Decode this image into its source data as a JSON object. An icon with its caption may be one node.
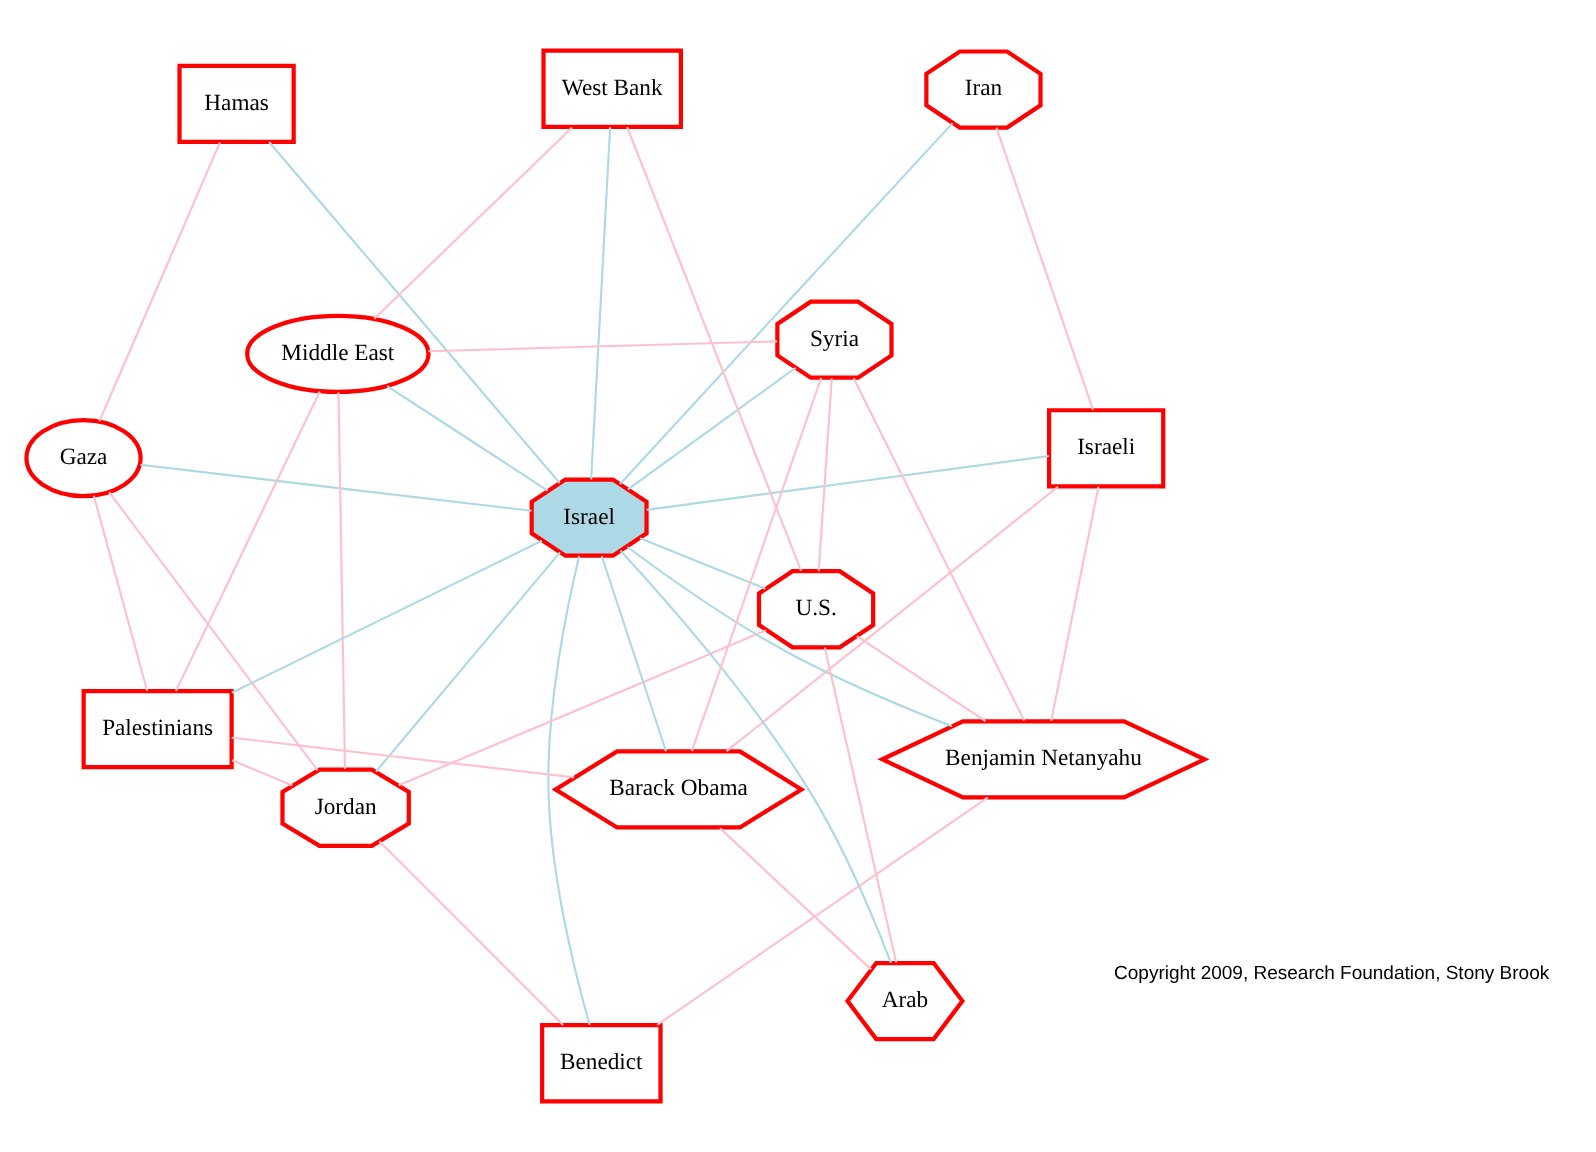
{
  "diagram": {
    "nodes": [
      {
        "text": [
          "Gaza"
        ]
      },
      {
        "text": [
          "Hamas"
        ]
      },
      {
        "text": [
          "Benedict"
        ]
      },
      {
        "text": [
          "Israeli"
        ]
      },
      {
        "text": [
          "Iran"
        ]
      },
      {
        "text": [
          "Jordan"
        ]
      },
      {
        "text": [
          "Israel"
        ]
      },
      {
        "text": [
          "Benjamin Netanyahu"
        ]
      },
      {
        "text": [
          "Palestinians"
        ]
      },
      {
        "text": [
          "U.S."
        ]
      },
      {
        "text": [
          "Barack Obama"
        ]
      },
      {
        "text": [
          "Middle East"
        ]
      },
      {
        "text": [
          "Arab"
        ]
      },
      {
        "text": [
          "West Bank"
        ]
      },
      {
        "text": [
          "Syria"
        ]
      }
    ],
    "edges": [
      {
        "from": 1,
        "to": 6,
        "arrow": "none",
        "color": "#add8e6"
      },
      {
        "from": 0,
        "to": 6,
        "arrow": "none",
        "color": "#add8e6"
      },
      {
        "from": 2,
        "to": 6,
        "arrow": "none",
        "color": "#add8e6"
      },
      {
        "from": 3,
        "to": 6,
        "arrow": "none",
        "color": "#add8e6"
      },
      {
        "from": 4,
        "to": 6,
        "arrow": "none",
        "color": "#add8e6"
      },
      {
        "from": 5,
        "to": 6,
        "arrow": "none",
        "color": "#add8e6"
      },
      {
        "from": 8,
        "to": 6,
        "arrow": "none",
        "color": "#add8e6"
      },
      {
        "from": 6,
        "to": 7,
        "arrow": "none",
        "color": "#add8e6"
      },
      {
        "from": 6,
        "to": 10,
        "arrow": "none",
        "color": "#add8e6"
      },
      {
        "from": 6,
        "to": 9,
        "arrow": "none",
        "color": "#add8e6"
      },
      {
        "from": 6,
        "to": 11,
        "arrow": "none",
        "color": "#add8e6"
      },
      {
        "from": 6,
        "to": 13,
        "arrow": "none",
        "color": "#add8e6"
      },
      {
        "from": 6,
        "to": 14,
        "arrow": "none",
        "color": "#add8e6"
      },
      {
        "from": 6,
        "to": 12,
        "arrow": "none",
        "color": "#add8e6"
      },
      {
        "from": 1,
        "to": 0,
        "arrow": "none"
      },
      {
        "from": 0,
        "to": 5,
        "arrow": "none"
      },
      {
        "from": 0,
        "to": 8,
        "arrow": "none"
      },
      {
        "from": 2,
        "to": 5,
        "arrow": "none"
      },
      {
        "from": 2,
        "to": 7,
        "arrow": "none"
      },
      {
        "from": 3,
        "to": 4,
        "arrow": "none"
      },
      {
        "from": 3,
        "to": 10,
        "arrow": "none"
      },
      {
        "from": 3,
        "to": 7,
        "arrow": "none"
      },
      {
        "from": 5,
        "to": 8,
        "arrow": "none"
      },
      {
        "from": 5,
        "to": 9,
        "arrow": "none"
      },
      {
        "from": 5,
        "to": 11,
        "arrow": "none"
      },
      {
        "from": 8,
        "to": 11,
        "arrow": "none"
      },
      {
        "from": 8,
        "to": 10,
        "arrow": "none"
      },
      {
        "from": 7,
        "to": 9,
        "arrow": "none"
      },
      {
        "from": 7,
        "to": 14,
        "arrow": "none"
      },
      {
        "from": 10,
        "to": 12,
        "arrow": "none"
      },
      {
        "from": 10,
        "to": 14,
        "arrow": "none"
      },
      {
        "from": 9,
        "to": 12,
        "arrow": "none"
      },
      {
        "from": 9,
        "to": 14,
        "arrow": "none"
      },
      {
        "from": 9,
        "to": 13,
        "arrow": "none"
      },
      {
        "from": 11,
        "to": 13,
        "arrow": "none"
      },
      {
        "from": 11,
        "to": 14,
        "arrow": "none"
      }
    ],
    "labels": [
      "Copyright 2009, Research Foundation, Stony Brook"
    ]
  }
}
